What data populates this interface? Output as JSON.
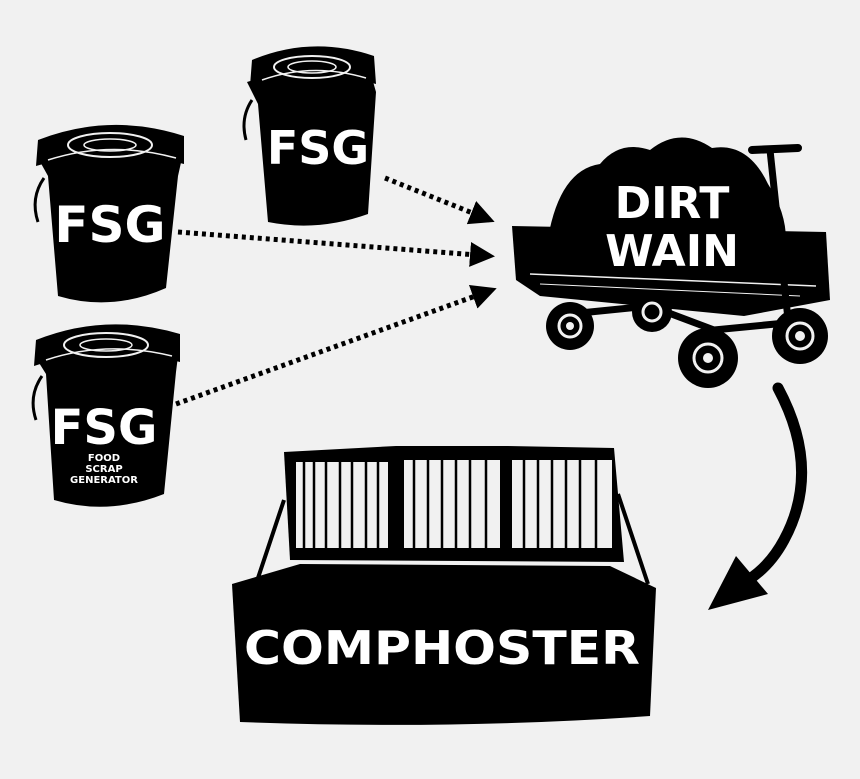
{
  "colors": {
    "background": "#f1f1f1",
    "ink": "#000000",
    "label": "#ffffff"
  },
  "buckets": [
    {
      "label": "FSG",
      "sublabel": []
    },
    {
      "label": "FSG",
      "sublabel": []
    },
    {
      "label": "FSG",
      "sublabel": [
        "FOOD",
        "SCRAP",
        "GENERATOR"
      ]
    }
  ],
  "wagon": {
    "label_lines": [
      "DIRT",
      "WAIN"
    ]
  },
  "composter": {
    "label": "COMPHOSTER"
  }
}
